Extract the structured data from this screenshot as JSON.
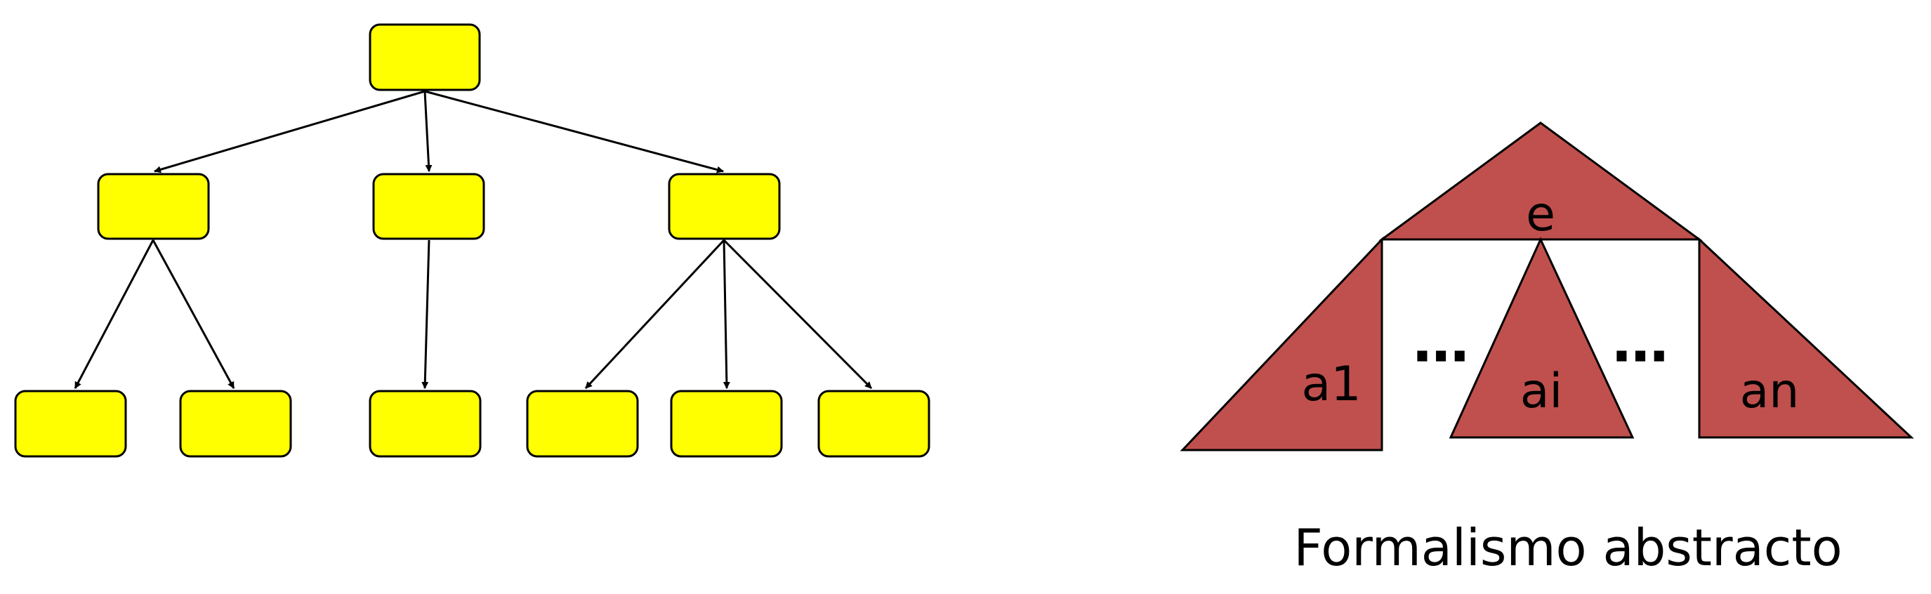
{
  "tree_diagram": {
    "node_fill": "#FFFF00",
    "node_stroke": "#000000",
    "edge_color": "#000000"
  },
  "abstract_diagram": {
    "triangle_fill": "#C0504D",
    "root_label": "e",
    "subtree_labels": {
      "first": "a1",
      "middle": "ai",
      "last": "an"
    },
    "ellipsis_left": "⋯",
    "ellipsis_right": "⋯",
    "caption": "Formalismo abstracto"
  }
}
